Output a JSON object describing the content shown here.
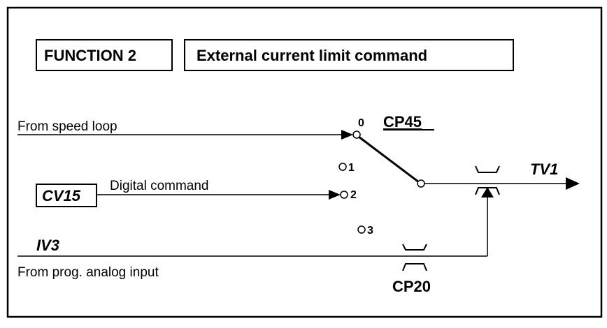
{
  "header": {
    "function_label": "FUNCTION 2",
    "function_title": "External current limit command"
  },
  "inputs": {
    "speed_loop": "From speed loop",
    "digital_param": "CV15",
    "digital_label": "Digital command",
    "analog_param": "IV3",
    "analog_label": "From prog. analog input"
  },
  "switch": {
    "name": "CP45",
    "positions": [
      "0",
      "1",
      "2",
      "3"
    ]
  },
  "limiter": {
    "param": "CP20"
  },
  "output": {
    "name": "TV1"
  },
  "colors": {
    "line": "#000000",
    "background": "#ffffff"
  }
}
